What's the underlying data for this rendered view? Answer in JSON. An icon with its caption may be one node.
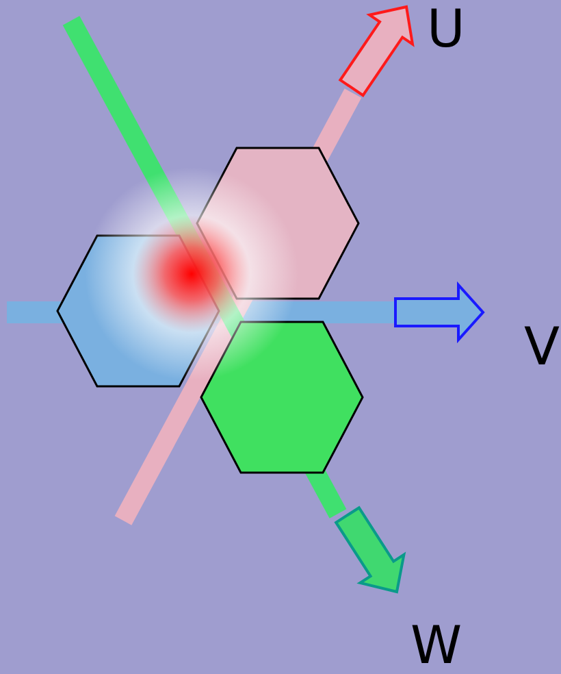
{
  "diagram": {
    "labels": [
      "U",
      "V",
      "W"
    ]
  }
}
